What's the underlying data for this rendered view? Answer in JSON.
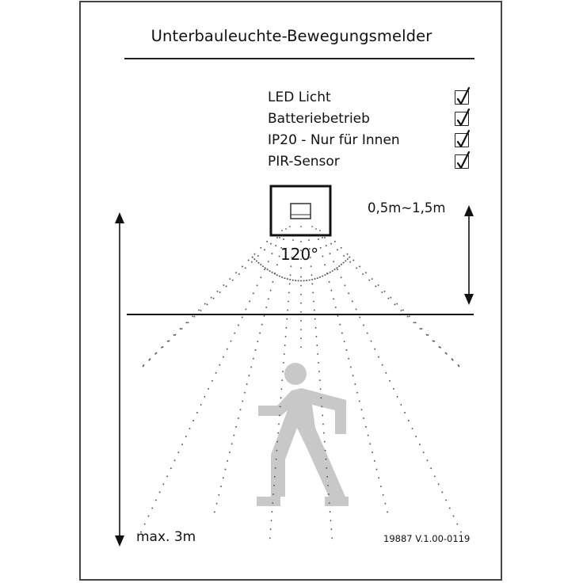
{
  "title": "Unterbauleuchte-Bewegungsmelder",
  "features": [
    {
      "label": "LED Licht",
      "checked": true,
      "icon": "checkbox-checked-icon"
    },
    {
      "label": "Batteriebetrieb",
      "checked": true,
      "icon": "checkbox-checked-icon"
    },
    {
      "label": "IP20 - Nur für Innen",
      "checked": true,
      "icon": "checkbox-checked-icon"
    },
    {
      "label": "PIR-Sensor",
      "checked": true,
      "icon": "checkbox-checked-icon"
    }
  ],
  "diagram": {
    "mounting_height_label": "0,5m~1,5m",
    "detection_angle_label": "120°",
    "detection_range_label": "max. 3m",
    "sensor_icon": "motion-sensor-icon",
    "person_icon": "walking-person-icon",
    "colors": {
      "line": "#111111",
      "person": "#c8c8c8",
      "dots": "#555555"
    }
  },
  "footer": {
    "version": "19887 V.1.00-0119"
  }
}
